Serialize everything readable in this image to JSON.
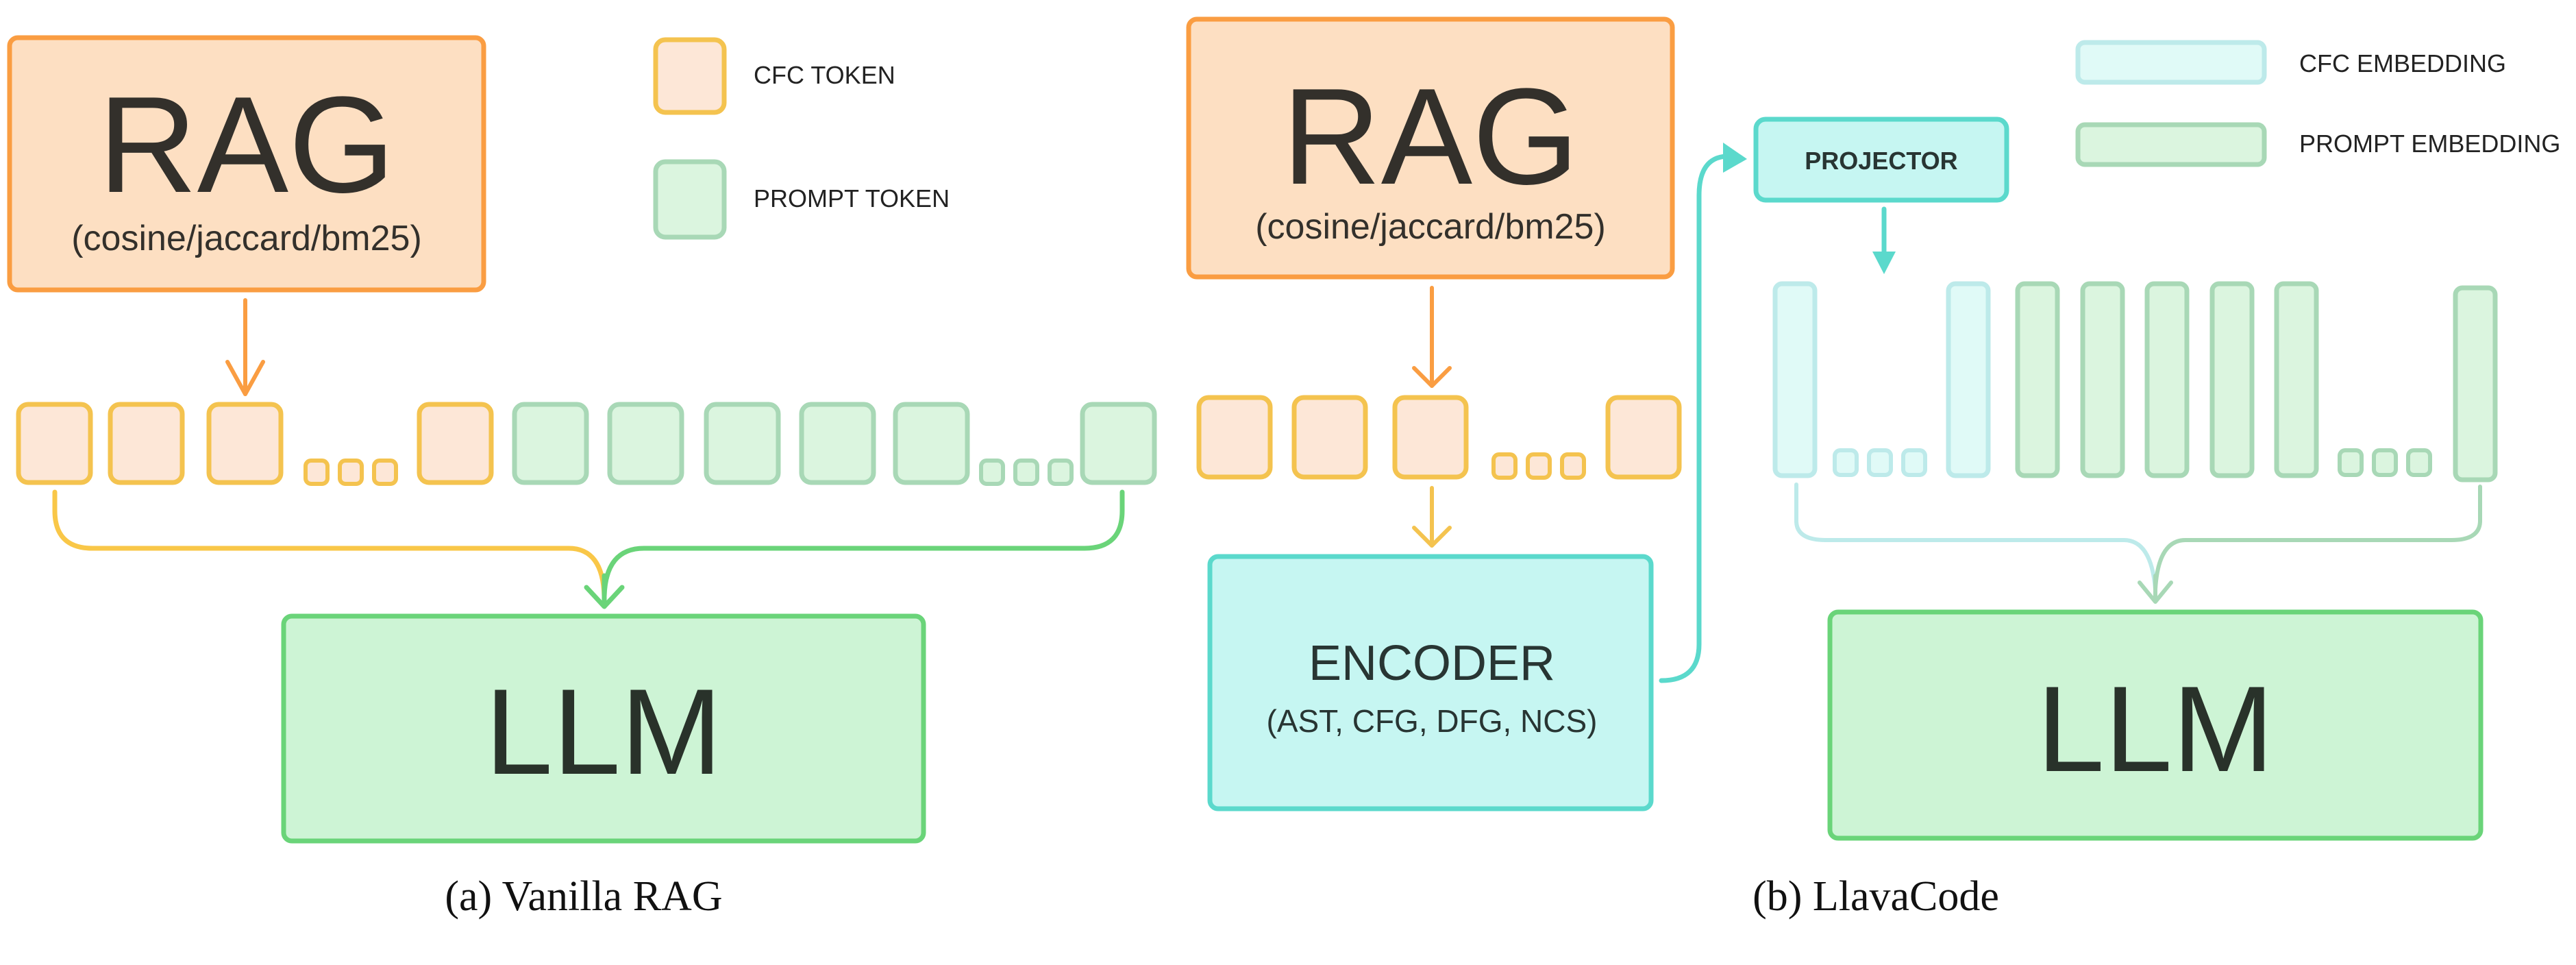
{
  "colors": {
    "rag_fill": "#FDDFC2",
    "rag_stroke": "#FA9D42",
    "cfc_token_fill": "#FDE7D7",
    "cfc_token_stroke": "#F4C34F",
    "prompt_token_fill": "#DBF5DF",
    "prompt_token_stroke": "#A8D8B6",
    "llm_fill": "#CDF4D5",
    "llm_stroke": "#6AD479",
    "encoder_fill": "#C6F6F2",
    "encoder_stroke": "#5BD9CC",
    "cfc_embedding_fill": "#E0FAF7",
    "cfc_embedding_stroke": "#BDEAEA",
    "text_dark": "#33302B"
  },
  "panel_a": {
    "rag": {
      "title": "RAG",
      "subtitle": "(cosine/jaccard/bm25)"
    },
    "legend": [
      {
        "label": "CFC TOKEN",
        "kind": "cfc_token"
      },
      {
        "label": "PROMPT TOKEN",
        "kind": "prompt_token"
      }
    ],
    "token_sequence": [
      "cfc",
      "cfc",
      "cfc",
      "dots",
      "cfc",
      "prompt",
      "prompt",
      "prompt",
      "prompt",
      "prompt",
      "dots",
      "prompt"
    ],
    "llm": {
      "title": "LLM"
    },
    "caption": "(a) Vanilla RAG"
  },
  "panel_b": {
    "rag": {
      "title": "RAG",
      "subtitle": "(cosine/jaccard/bm25)"
    },
    "token_sequence": [
      "cfc",
      "cfc",
      "cfc",
      "dots",
      "cfc"
    ],
    "encoder": {
      "title": "ENCODER",
      "subtitle": "(AST, CFG, DFG, NCS)"
    },
    "projector": {
      "title": "PROJECTOR"
    },
    "legend": [
      {
        "label": "CFC EMBEDDING",
        "kind": "cfc_embedding"
      },
      {
        "label": "PROMPT EMBEDDING",
        "kind": "prompt_embedding"
      }
    ],
    "embedding_sequence": [
      "cfc",
      "dots",
      "cfc",
      "prompt",
      "prompt",
      "prompt",
      "prompt",
      "prompt",
      "dots",
      "prompt"
    ],
    "llm": {
      "title": "LLM"
    },
    "caption": "(b) LlavaCode"
  }
}
